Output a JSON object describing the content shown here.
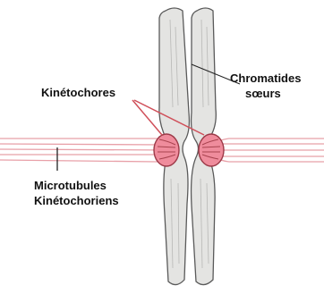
{
  "labels": {
    "kinetochores": "Kinétochores",
    "chromatids_line1": "Chromatides",
    "chromatids_line2": "sœurs",
    "microtubules_line1": "Microtubules",
    "microtubules_line2": "Kinétochoriens"
  },
  "colors": {
    "chromatid_fill": "#e4e4e2",
    "chromatid_stroke": "#5a5a5a",
    "microtubule": "#e8a0a8",
    "kinetochore_fill": "#ef8c9c",
    "kinetochore_stroke": "#9c3a48",
    "pointer": "#d0505a",
    "leader_line": "#222222"
  }
}
